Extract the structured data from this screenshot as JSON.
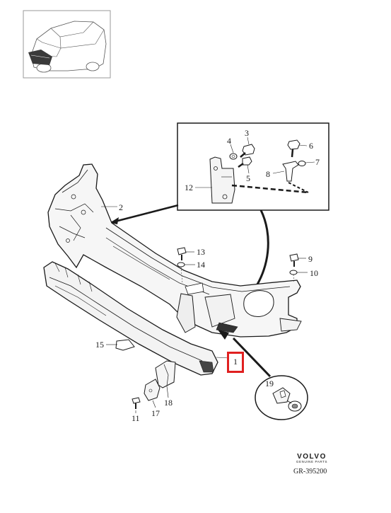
{
  "diagram": {
    "callouts": [
      {
        "id": "c1",
        "text": "1"
      },
      {
        "id": "c2",
        "text": "2"
      },
      {
        "id": "c3",
        "text": "3"
      },
      {
        "id": "c4",
        "text": "4"
      },
      {
        "id": "c5",
        "text": "5"
      },
      {
        "id": "c6",
        "text": "6"
      },
      {
        "id": "c7",
        "text": "7"
      },
      {
        "id": "c8",
        "text": "8"
      },
      {
        "id": "c9",
        "text": "9"
      },
      {
        "id": "c10",
        "text": "10"
      },
      {
        "id": "c11",
        "text": "11"
      },
      {
        "id": "c12",
        "text": "12"
      },
      {
        "id": "c13",
        "text": "13"
      },
      {
        "id": "c14",
        "text": "14"
      },
      {
        "id": "c15",
        "text": "15"
      },
      {
        "id": "c17",
        "text": "17"
      },
      {
        "id": "c18",
        "text": "18"
      },
      {
        "id": "c19",
        "text": "19"
      }
    ],
    "highlighted_callout": "1",
    "highlight_color": "#e02020",
    "line_color": "#1a1a1a"
  },
  "logo": {
    "brand": "VOLVO",
    "subtitle": "GENUINE PARTS"
  },
  "reference": "GR-395200"
}
